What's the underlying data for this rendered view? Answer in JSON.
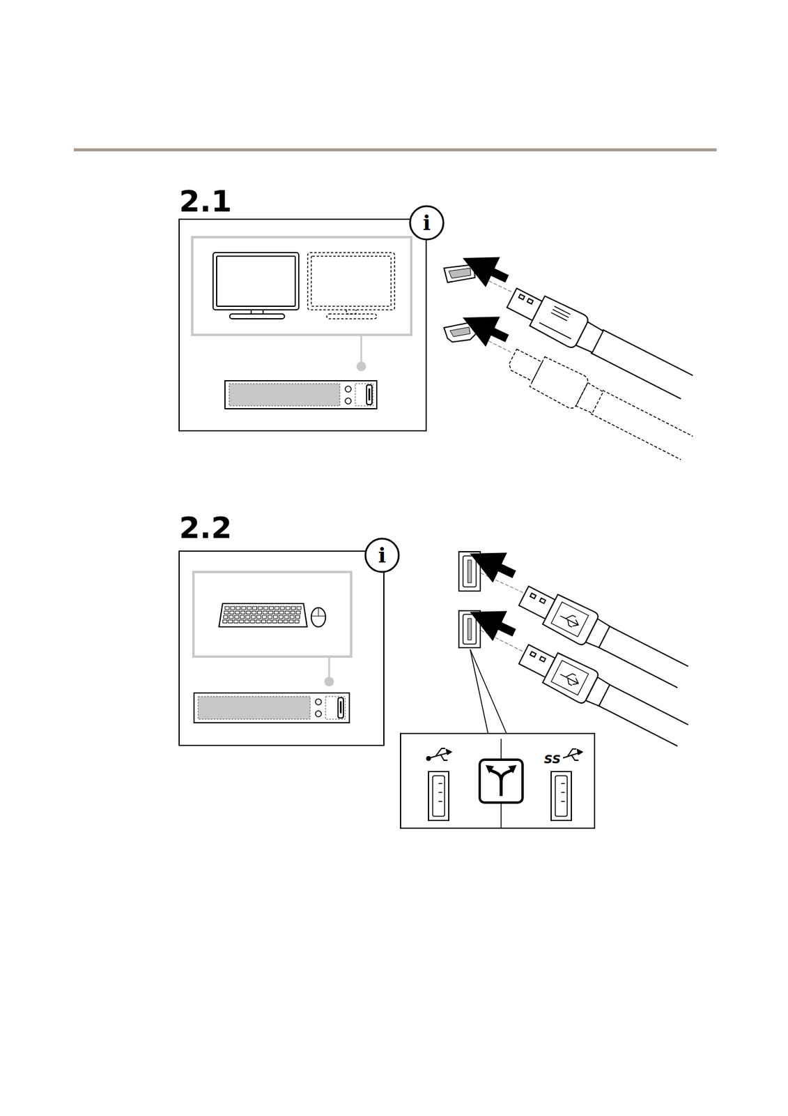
{
  "diagram": {
    "labels": [
      "2.1",
      "i",
      "2.2",
      "i",
      "SS"
    ]
  }
}
